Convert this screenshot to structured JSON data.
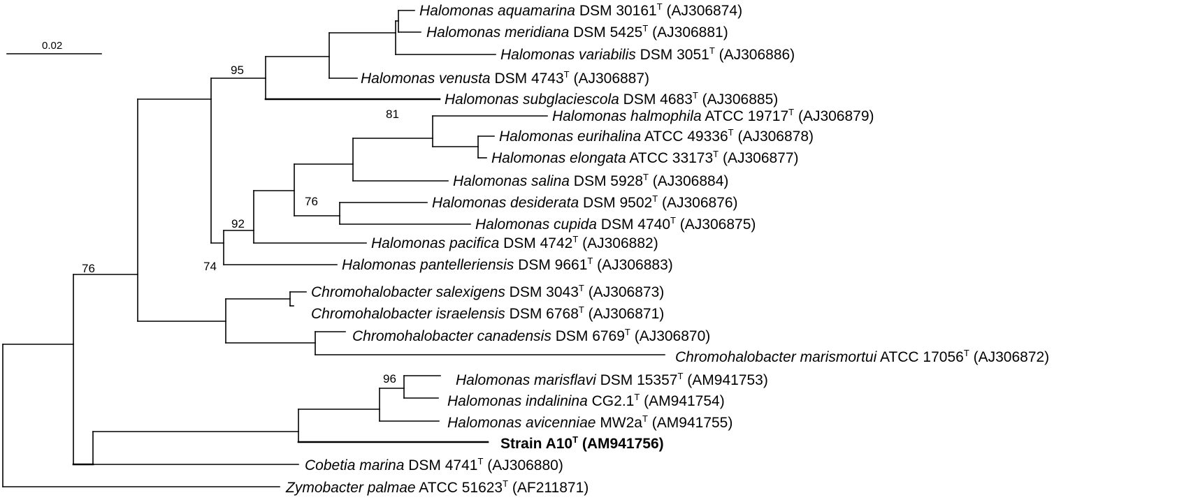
{
  "scale_bar": {
    "label": "0.02"
  },
  "taxa": [
    {
      "genus_species": "Halomonas aquamarina",
      "strain": "DSM 30161",
      "sup": "T",
      "accession": "(AJ306874)"
    },
    {
      "genus_species": "Halomonas meridiana",
      "strain": "DSM 5425",
      "sup": "T",
      "accession": "(AJ306881)"
    },
    {
      "genus_species": "Halomonas variabilis",
      "strain": "DSM 3051",
      "sup": "T",
      "accession": "(AJ306886)"
    },
    {
      "genus_species": "Halomonas venusta",
      "strain": "DSM 4743",
      "sup": "T",
      "accession": "(AJ306887)"
    },
    {
      "genus_species": "Halomonas subglaciescola",
      "strain": "DSM 4683",
      "sup": "T",
      "accession": "(AJ306885)"
    },
    {
      "genus_species": "Halomonas halmophila",
      "strain": "ATCC 19717",
      "sup": "T",
      "accession": "(AJ306879)"
    },
    {
      "genus_species": "Halomonas eurihalina",
      "strain": "ATCC 49336",
      "sup": "T",
      "accession": "(AJ306878)"
    },
    {
      "genus_species": "Halomonas elongata",
      "strain": "ATCC 33173",
      "sup": "T",
      "accession": "(AJ306877)"
    },
    {
      "genus_species": "Halomonas salina",
      "strain": "DSM 5928",
      "sup": "T",
      "accession": "(AJ306884)"
    },
    {
      "genus_species": "Halomonas desiderata",
      "strain": "DSM 9502",
      "sup": "T",
      "accession": "(AJ306876)"
    },
    {
      "genus_species": "Halomonas cupida",
      "strain": "DSM 4740",
      "sup": "T",
      "accession": "(AJ306875)"
    },
    {
      "genus_species": "Halomonas pacifica",
      "strain": "DSM 4742",
      "sup": "T",
      "accession": "(AJ306882)"
    },
    {
      "genus_species": "Halomonas pantelleriensis",
      "strain": "DSM 9661",
      "sup": "T",
      "accession": "(AJ306883)"
    },
    {
      "genus_species": "Chromohalobacter salexigens",
      "strain": "DSM 3043",
      "sup": "T",
      "accession": "(AJ306873)"
    },
    {
      "genus_species": "Chromohalobacter israelensis",
      "strain": "DSM 6768",
      "sup": "T",
      "accession": "(AJ306871)"
    },
    {
      "genus_species": "Chromohalobacter canadensis",
      "strain": "DSM 6769",
      "sup": "T",
      "accession": "(AJ306870)"
    },
    {
      "genus_species": "Chromohalobacter marismortui",
      "strain": "ATCC 17056",
      "sup": "T",
      "accession": "(AJ306872)"
    },
    {
      "genus_species": "Halomonas marisflavi",
      "strain": "DSM 15357",
      "sup": "T",
      "accession": "(AM941753)"
    },
    {
      "genus_species": "Halomonas indalinina",
      "strain": "CG2.1",
      "sup": "T",
      "accession": "(AM941754)"
    },
    {
      "genus_species": "Halomonas avicenniae",
      "strain": "MW2a",
      "sup": "T",
      "accession": "(AM941755)"
    },
    {
      "genus_species": "",
      "strain": "Strain A10",
      "sup": "T",
      "accession": "(AM941756)",
      "bold": true
    },
    {
      "genus_species": "Cobetia marina",
      "strain": "DSM 4741",
      "sup": "T",
      "accession": "(AJ306880)"
    },
    {
      "genus_species": "Zymobacter palmae",
      "strain": "ATCC 51623",
      "sup": "T",
      "accession": "(AF211871)"
    }
  ],
  "bootstrap": [
    "95",
    "81",
    "76",
    "92",
    "74",
    "76",
    "96"
  ]
}
